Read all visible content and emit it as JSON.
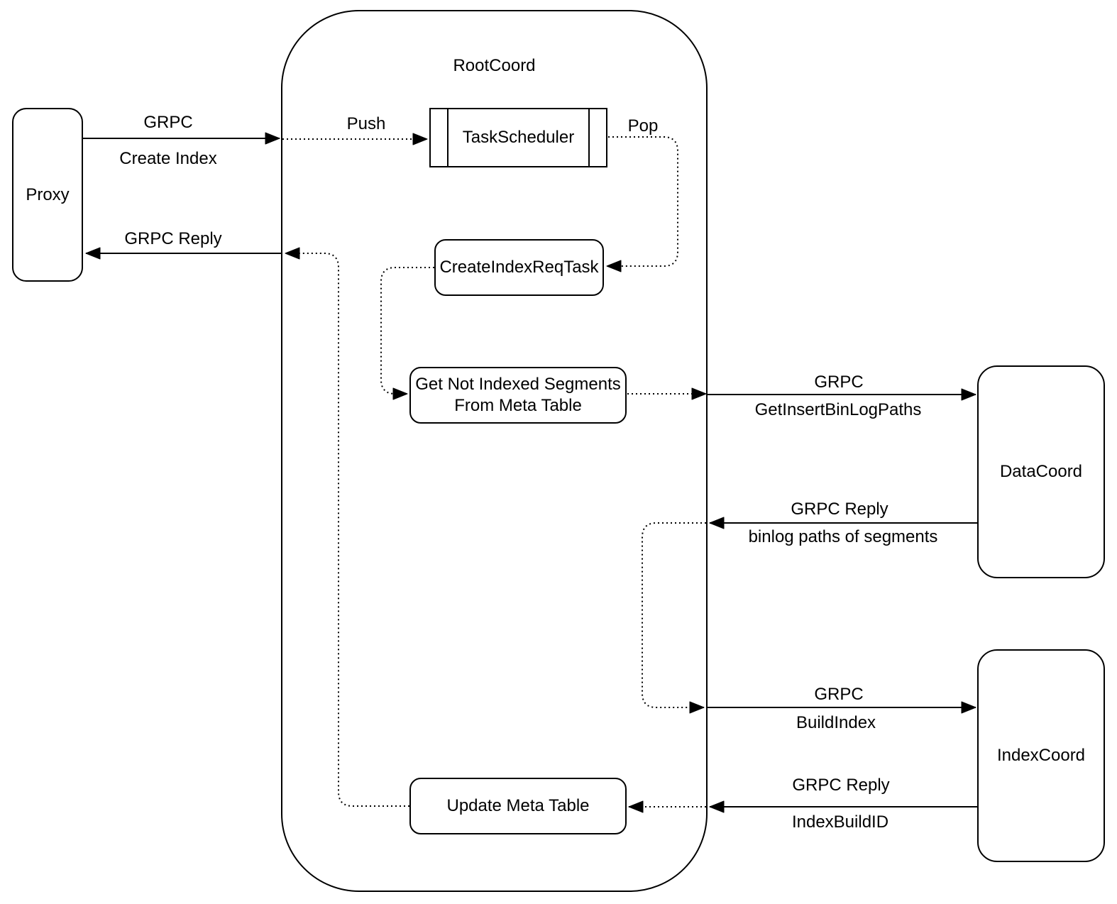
{
  "diagram": {
    "colors": {
      "stroke": "#000000",
      "background": "#ffffff"
    },
    "nodes": {
      "proxy": {
        "label": "Proxy"
      },
      "rootcoord": {
        "label": "RootCoord"
      },
      "task_scheduler": {
        "label": "TaskScheduler"
      },
      "create_index_req_task": {
        "label": "CreateIndexReqTask"
      },
      "get_not_indexed": {
        "label": "Get Not Indexed Segments\nFrom Meta Table"
      },
      "update_meta_table": {
        "label": "Update Meta Table"
      },
      "data_coord": {
        "label": "DataCoord"
      },
      "index_coord": {
        "label": "IndexCoord"
      }
    },
    "edge_labels": {
      "grpc_create": "GRPC",
      "create_index": "Create Index",
      "grpc_reply_proxy": "GRPC Reply",
      "push": "Push",
      "pop": "Pop",
      "grpc_getinsert": "GRPC",
      "get_insert_binlog_paths": "GetInsertBinLogPaths",
      "grpc_reply_data": "GRPC Reply",
      "binlog_paths": "binlog paths of segments",
      "grpc_build": "GRPC",
      "build_index": "BuildIndex",
      "grpc_reply_index": "GRPC Reply",
      "index_build_id": "IndexBuildID"
    }
  }
}
